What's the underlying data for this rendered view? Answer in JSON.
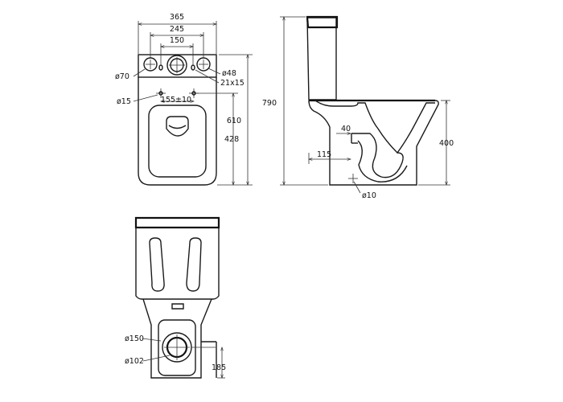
{
  "top_view": {
    "width_total": "365",
    "inlet_spacing": "245",
    "center_spacing": "150",
    "inlet_diameter": "ø70",
    "button_diameter": "ø48",
    "slot_size": "21x15",
    "fixing_hole": "ø15",
    "fixing_spacing": "155±10",
    "depth_total": "610",
    "bowl_length": "428"
  },
  "side_view": {
    "height_total": "790",
    "seat_height": "400",
    "trap_rise": "40",
    "outlet_offset": "115",
    "floor_hole": "ø10"
  },
  "rear_view": {
    "outlet_outer": "ø150",
    "outlet_inner": "ø102",
    "outlet_height": "185"
  }
}
